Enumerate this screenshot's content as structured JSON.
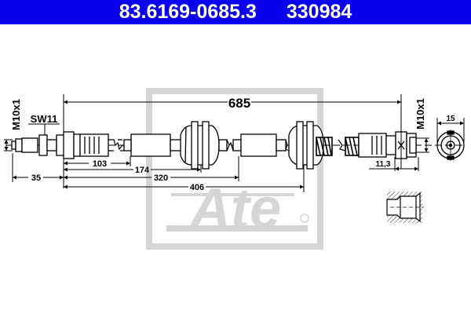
{
  "header": {
    "part_number": "83.6169-0685.3",
    "ref_number": "330984",
    "background_color": "#0a00ee",
    "text_color": "#ffffff"
  },
  "drawing": {
    "type": "brake-hose-technical-drawing",
    "watermark": "Ate",
    "dimensions": {
      "overall_length": "685",
      "left_thread": "M10x1",
      "left_wrench_size": "SW11",
      "left_offset": "35",
      "dim_103": "103",
      "dim_174": "174",
      "dim_320": "320",
      "dim_406": "406",
      "right_thread": "M10x1",
      "right_end_length": "11,3",
      "end_view_diameter": "15"
    }
  }
}
